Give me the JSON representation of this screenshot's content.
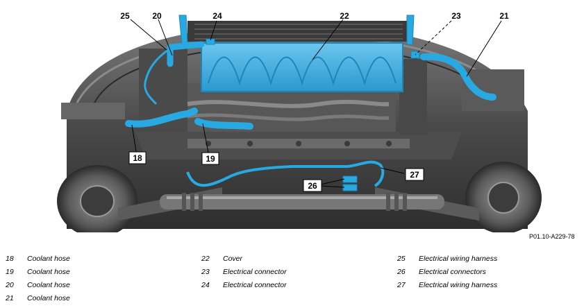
{
  "figure_ref": "P01.10-A229-78",
  "callouts": [
    {
      "num": "25"
    },
    {
      "num": "20"
    },
    {
      "num": "24"
    },
    {
      "num": "22"
    },
    {
      "num": "23"
    },
    {
      "num": "21"
    },
    {
      "num": "18"
    },
    {
      "num": "19"
    },
    {
      "num": "27"
    },
    {
      "num": "26"
    }
  ],
  "legend": [
    {
      "num": "18",
      "label": "Coolant hose"
    },
    {
      "num": "19",
      "label": "Coolant hose"
    },
    {
      "num": "20",
      "label": "Coolant hose"
    },
    {
      "num": "21",
      "label": "Coolant hose"
    },
    {
      "num": "22",
      "label": "Cover"
    },
    {
      "num": "23",
      "label": "Electrical connector"
    },
    {
      "num": "24",
      "label": "Electrical connector"
    },
    {
      "num": "25",
      "label": "Electrical wiring harness"
    },
    {
      "num": "26",
      "label": "Electrical connectors"
    },
    {
      "num": "27",
      "label": "Electrical wiring harness"
    }
  ],
  "colors": {
    "highlight": "#29a9e1",
    "highlight_dark": "#1b86b8",
    "metal_dark": "#3a3a3a",
    "metal_mid": "#6e6e6e",
    "metal_light": "#a9a9a9"
  }
}
